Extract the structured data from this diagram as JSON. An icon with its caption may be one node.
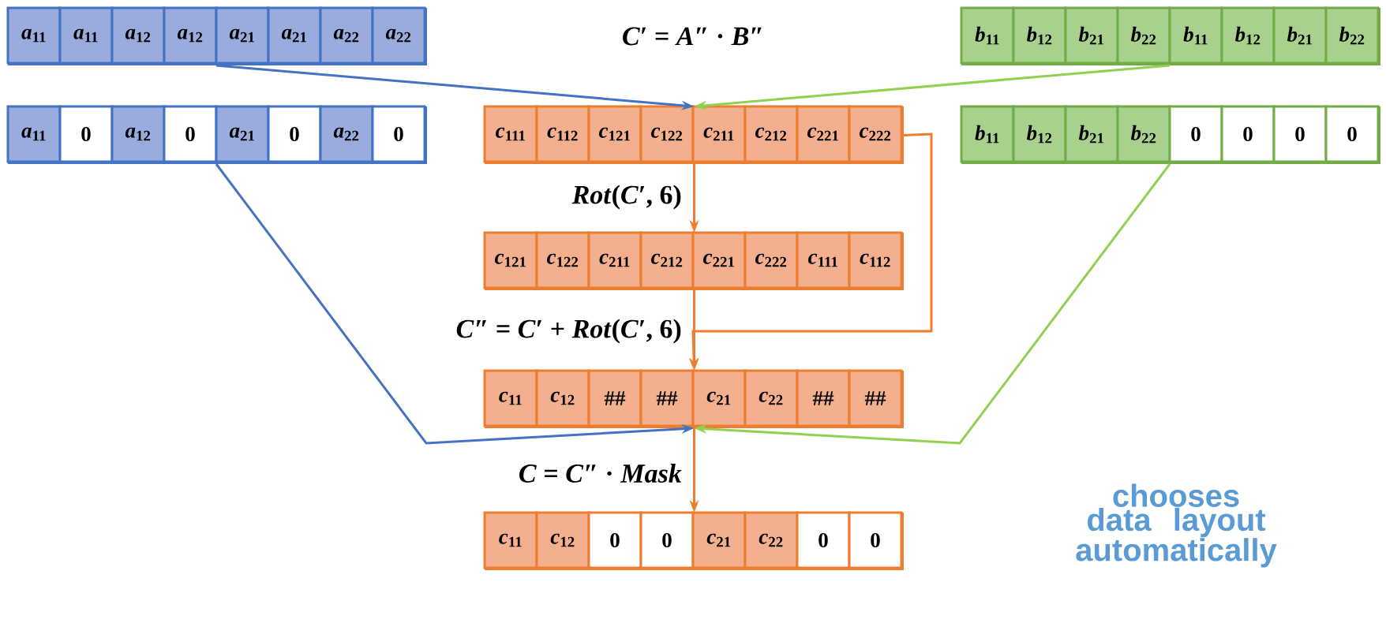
{
  "diagram": {
    "nodes": [
      {
        "text": [],
        "shape": "bar"
      },
      {
        "text": [
          "*a*$_{11}$"
        ],
        "in": 0
      },
      {
        "text": [
          "*a*$_{11}$"
        ],
        "in": 0
      },
      {
        "text": [
          "*a*$_{12}$"
        ],
        "in": 0
      },
      {
        "text": [
          "*a*$_{12}$"
        ],
        "in": 0
      },
      {
        "text": [
          "*a*$_{21}$"
        ],
        "in": 0
      },
      {
        "text": [
          "*a*$_{21}$"
        ],
        "in": 0
      },
      {
        "text": [
          "*a*$_{22}$"
        ],
        "in": 0
      },
      {
        "text": [
          "*a*$_{22}$"
        ],
        "in": 0
      },
      {
        "text": [],
        "shape": "bar"
      },
      {
        "text": [
          "*b*$_{11}$"
        ],
        "in": 9
      },
      {
        "text": [
          "*b*$_{12}$"
        ],
        "in": 9
      },
      {
        "text": [
          "*b*$_{21}$"
        ],
        "in": 9
      },
      {
        "text": [
          "*b*$_{22}$"
        ],
        "in": 9
      },
      {
        "text": [
          "*b*$_{11}$"
        ],
        "in": 9
      },
      {
        "text": [
          "*b*$_{12}$"
        ],
        "in": 9
      },
      {
        "text": [
          "*b*$_{21}$"
        ],
        "in": 9
      },
      {
        "text": [
          "*b*$_{22}$"
        ],
        "in": 9
      },
      {
        "text": [],
        "shape": "bar"
      },
      {
        "text": [
          "*a*$_{11}$"
        ],
        "in": 18
      },
      {
        "text": [
          "0"
        ],
        "in": 18
      },
      {
        "text": [
          "*a*$_{12}$"
        ],
        "in": 18
      },
      {
        "text": [
          "0"
        ],
        "in": 18
      },
      {
        "text": [
          "*a*$_{21}$"
        ],
        "in": 18
      },
      {
        "text": [
          "0"
        ],
        "in": 18
      },
      {
        "text": [
          "*a*$_{22}$"
        ],
        "in": 18
      },
      {
        "text": [
          "0"
        ],
        "in": 18
      },
      {
        "text": [],
        "shape": "bar"
      },
      {
        "text": [
          "*c*$_{111}$"
        ],
        "in": 27
      },
      {
        "text": [
          "*c*$_{112}$"
        ],
        "in": 27
      },
      {
        "text": [
          "*c*$_{121}$"
        ],
        "in": 27
      },
      {
        "text": [
          "*c*$_{122}$"
        ],
        "in": 27
      },
      {
        "text": [
          "*c*$_{211}$"
        ],
        "in": 27
      },
      {
        "text": [
          "*c*$_{212}$"
        ],
        "in": 27
      },
      {
        "text": [
          "*c*$_{221}$"
        ],
        "in": 27
      },
      {
        "text": [
          "*c*$_{222}$"
        ],
        "in": 27
      },
      {
        "text": [],
        "shape": "bar"
      },
      {
        "text": [
          "*b*$_{11}$"
        ],
        "in": 36
      },
      {
        "text": [
          "*b*$_{12}$"
        ],
        "in": 36
      },
      {
        "text": [
          "*b*$_{21}$"
        ],
        "in": 36
      },
      {
        "text": [
          "*b*$_{22}$"
        ],
        "in": 36
      },
      {
        "text": [
          "0"
        ],
        "in": 36
      },
      {
        "text": [
          "0"
        ],
        "in": 36
      },
      {
        "text": [
          "0"
        ],
        "in": 36
      },
      {
        "text": [
          "0"
        ],
        "in": 36
      },
      {
        "text": [],
        "shape": "bar"
      },
      {
        "text": [
          "*c*$_{121}$"
        ],
        "in": 45
      },
      {
        "text": [
          "*c*$_{122}$"
        ],
        "in": 45
      },
      {
        "text": [
          "*c*$_{211}$"
        ],
        "in": 45
      },
      {
        "text": [
          "*c*$_{212}$"
        ],
        "in": 45
      },
      {
        "text": [
          "*c*$_{221}$"
        ],
        "in": 45
      },
      {
        "text": [
          "*c*$_{222}$"
        ],
        "in": 45
      },
      {
        "text": [
          "*c*$_{111}$"
        ],
        "in": 45
      },
      {
        "text": [
          "*c*$_{112}$"
        ],
        "in": 45
      },
      {
        "text": [],
        "shape": "bar"
      },
      {
        "text": [
          "*c*$_{11}$"
        ],
        "in": 54
      },
      {
        "text": [
          "*c*$_{12}$"
        ],
        "in": 54
      },
      {
        "text": [
          "##"
        ],
        "in": 54
      },
      {
        "text": [
          "##"
        ],
        "in": 54
      },
      {
        "text": [
          "*c*$_{21}$"
        ],
        "in": 54
      },
      {
        "text": [
          "*c*$_{22}$"
        ],
        "in": 54
      },
      {
        "text": [
          "##"
        ],
        "in": 54
      },
      {
        "text": [
          "##"
        ],
        "in": 54
      },
      {
        "text": [],
        "shape": "bar"
      },
      {
        "text": [
          "*c*$_{11}$"
        ],
        "in": 63
      },
      {
        "text": [
          "*c*$_{12}$"
        ],
        "in": 63
      },
      {
        "text": [
          "0"
        ],
        "in": 63
      },
      {
        "text": [
          "0"
        ],
        "in": 63
      },
      {
        "text": [
          "*c*$_{21}$"
        ],
        "in": 63
      },
      {
        "text": [
          "*c*$_{22}$"
        ],
        "in": 63
      },
      {
        "text": [
          "0"
        ],
        "in": 63
      },
      {
        "text": [
          "0"
        ],
        "in": 63
      }
    ],
    "edges": [
      {
        "from": 0,
        "to": 27,
        "arrow": "to",
        "color": "#4472c4"
      },
      {
        "from": 9,
        "to": 27,
        "arrow": "to",
        "color": "#92d050"
      },
      {
        "from": 27,
        "to": 45,
        "arrow": "to",
        "label": "*Rot*(*C*′, 6)"
      },
      {
        "from": 27,
        "to": 54,
        "arrow": "to"
      },
      {
        "from": 45,
        "to": 54,
        "arrow": "to",
        "label": "*C*″ = *C*′ + *Rot*(*C*′, 6)"
      },
      {
        "from": 18,
        "to": 54,
        "arrow": "to",
        "color": "#4472c4"
      },
      {
        "from": 36,
        "to": 54,
        "arrow": "to",
        "color": "#92d050"
      },
      {
        "from": 54,
        "to": 63,
        "arrow": "to",
        "label": "*C* = *C*″ · *Mask*"
      }
    ],
    "labels": [
      "*C*′ = *A*″ · *B*″",
      "chooses data layout automatically"
    ]
  }
}
